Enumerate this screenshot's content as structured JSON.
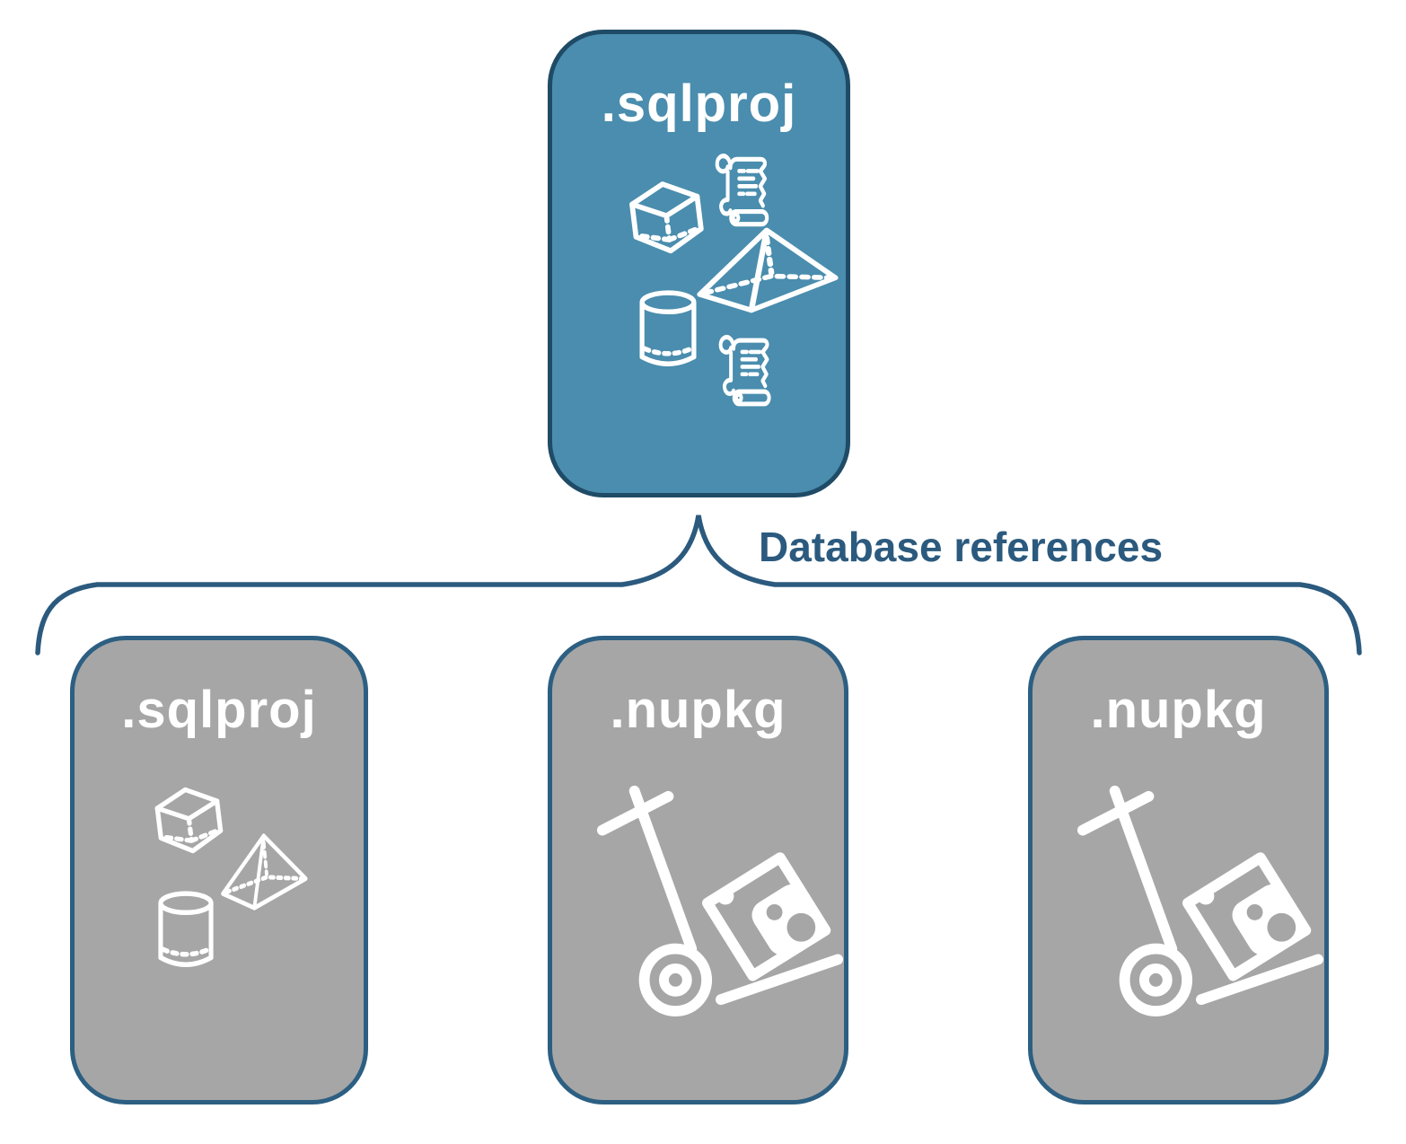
{
  "diagram": {
    "root": {
      "label": ".sqlproj",
      "icons": [
        "cube-icon",
        "scroll-icon",
        "pyramid-icon",
        "cylinder-icon",
        "scroll-icon"
      ]
    },
    "connector": {
      "label": "Database references"
    },
    "children": [
      {
        "label": ".sqlproj",
        "icons": [
          "cube-icon",
          "pyramid-icon",
          "cylinder-icon"
        ]
      },
      {
        "label": ".nupkg",
        "icons": [
          "nuget-handtruck-icon"
        ]
      },
      {
        "label": ".nupkg",
        "icons": [
          "nuget-handtruck-icon"
        ]
      }
    ],
    "colors": {
      "root_fill": "#4A8DAE",
      "root_border": "#1F4B66",
      "child_fill": "#A6A6A6",
      "child_border": "#2C5F82",
      "connector": "#2B5A7E",
      "icon": "#FFFFFF",
      "title_text": "#FFFFFF"
    }
  }
}
